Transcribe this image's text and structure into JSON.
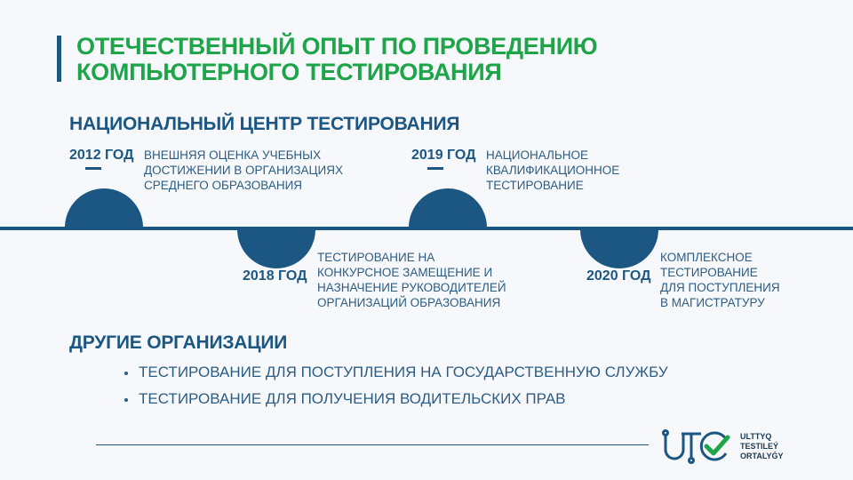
{
  "title": [
    "ОТЕЧЕСТВЕННЫЙ ОПЫТ ПО ПРОВЕДЕНИЮ",
    "КОМПЬЮТЕРНОГО ТЕСТИРОВАНИЯ"
  ],
  "section1": "НАЦИОНАЛЬНЫЙ ЦЕНТР ТЕСТИРОВАНИЯ",
  "timeline": [
    {
      "year": "2012 ГОД",
      "text": [
        "Внешняя оценка учебных",
        "достижении в организациях",
        "среднего образования"
      ]
    },
    {
      "year": "2018 ГОД",
      "text": [
        "Тестирование на",
        "конкурсное замещение и",
        "назначение руководителей",
        "организаций образования"
      ]
    },
    {
      "year": "2019 ГОД",
      "text": [
        "Национальное",
        "квалификационное",
        "тестирование"
      ]
    },
    {
      "year": "2020 ГОД",
      "text": [
        "Комплексное",
        "тестирование",
        "для поступления",
        "в магистратуру"
      ]
    }
  ],
  "section2": "ДРУГИЕ ОРГАНИЗАЦИИ",
  "bullets": [
    "ТЕСТИРОВАНИЕ ДЛЯ ПОСТУПЛЕНИЯ НА ГОСУДАРСТВЕННУЮ СЛУЖБУ",
    "ТЕСТИРОВАНИЕ ДЛЯ ПОЛУЧЕНИЯ ВОДИТЕЛЬСКИХ ПРАВ"
  ],
  "logo": {
    "lines": [
      "ULTTYQ",
      "TESTILEÝ",
      "ORTALYǴY"
    ]
  },
  "colors": {
    "blue": "#1c5783",
    "green": "#1ea549"
  }
}
